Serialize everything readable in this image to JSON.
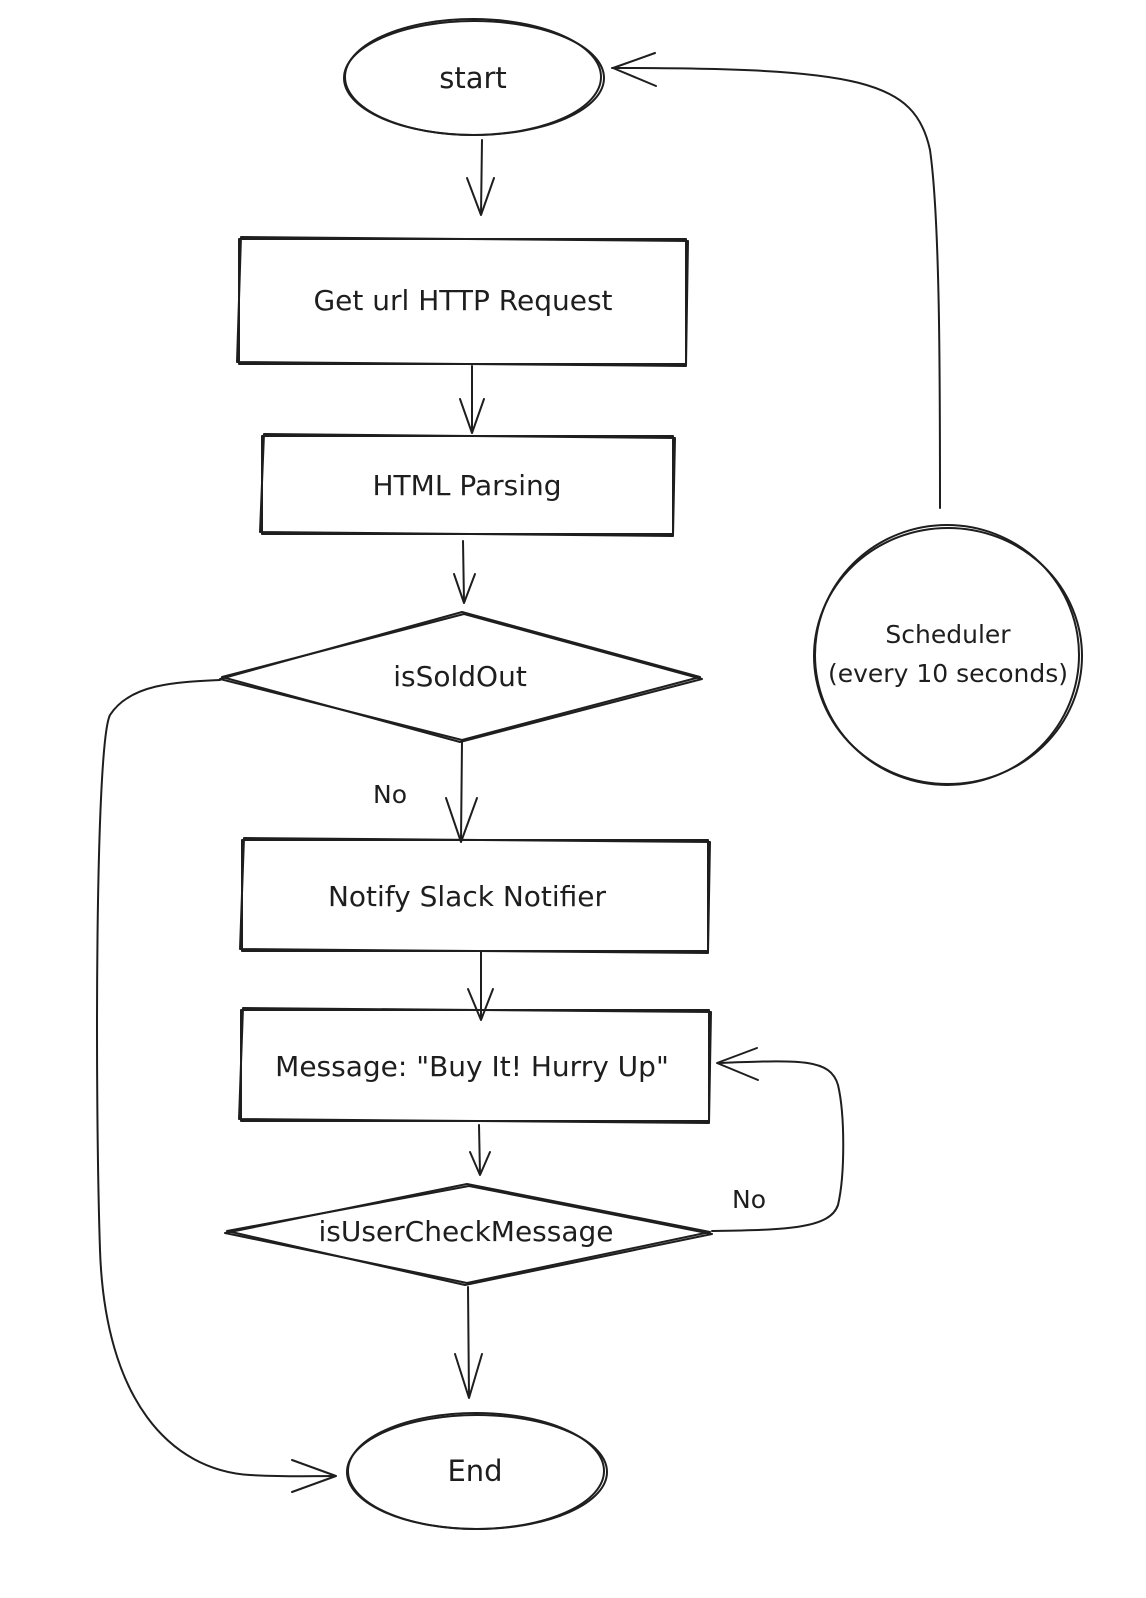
{
  "nodes": {
    "start": "start",
    "http_request": "Get url HTTP Request",
    "html_parsing": "HTML Parsing",
    "is_sold_out": "isSoldOut",
    "notify": "Notify Slack Notifier",
    "message": "Message: \"Buy It! Hurry Up\"",
    "is_user_check": "isUserCheckMessage",
    "end": "End",
    "scheduler_line1": "Scheduler",
    "scheduler_line2": "(every 10 seconds)"
  },
  "edge_labels": {
    "sold_out_no": "No",
    "user_check_no": "No"
  }
}
